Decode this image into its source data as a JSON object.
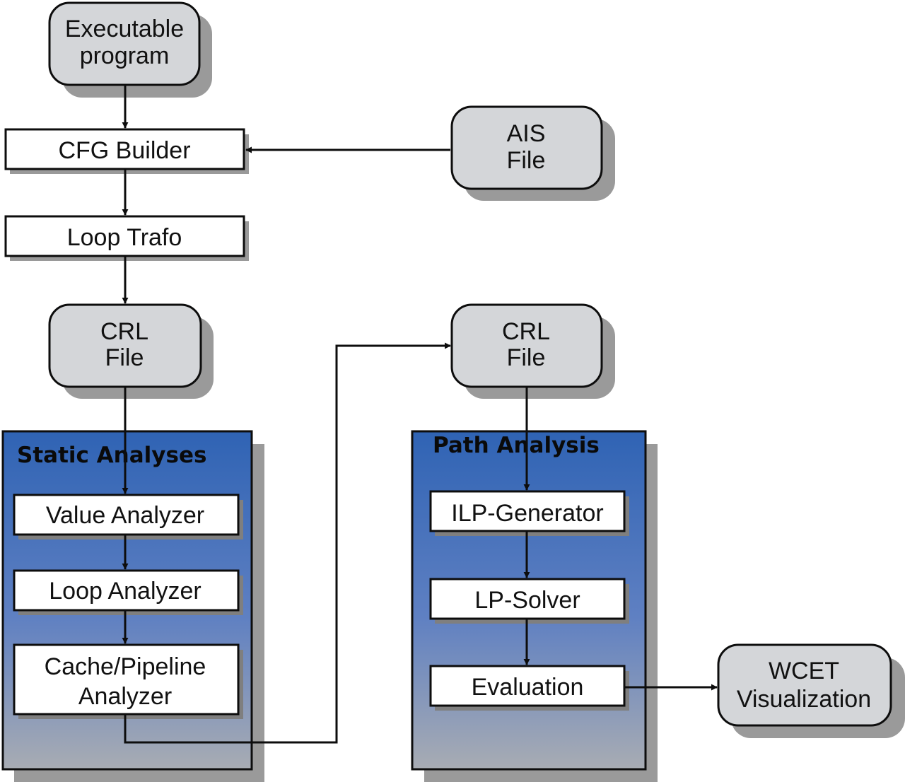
{
  "diagram": {
    "nodes": {
      "executable_program": {
        "lines": [
          "Executable",
          "program"
        ]
      },
      "cfg_builder": {
        "text": "CFG Builder"
      },
      "ais_file": {
        "lines": [
          "AIS",
          "File"
        ]
      },
      "loop_trafo": {
        "text": "Loop Trafo"
      },
      "crl_file_left": {
        "lines": [
          "CRL",
          "File"
        ]
      },
      "crl_file_right": {
        "lines": [
          "CRL",
          "File"
        ]
      },
      "value_analyzer": {
        "text": "Value Analyzer"
      },
      "loop_analyzer": {
        "text": "Loop Analyzer"
      },
      "cache_pipeline_analyzer": {
        "lines": [
          "Cache/Pipeline",
          "Analyzer"
        ]
      },
      "ilp_generator": {
        "text": "ILP-Generator"
      },
      "lp_solver": {
        "text": "LP-Solver"
      },
      "evaluation": {
        "text": "Evaluation"
      },
      "wcet_visualization": {
        "lines": [
          "WCET",
          "Visualization"
        ]
      }
    },
    "groups": {
      "static_analyses": {
        "title": "Static Analyses"
      },
      "path_analysis": {
        "title": "Path Analysis"
      }
    },
    "edges": [
      {
        "from": "executable_program",
        "to": "cfg_builder"
      },
      {
        "from": "ais_file",
        "to": "cfg_builder"
      },
      {
        "from": "cfg_builder",
        "to": "loop_trafo"
      },
      {
        "from": "loop_trafo",
        "to": "crl_file_left"
      },
      {
        "from": "crl_file_left",
        "to": "value_analyzer"
      },
      {
        "from": "value_analyzer",
        "to": "loop_analyzer"
      },
      {
        "from": "loop_analyzer",
        "to": "cache_pipeline_analyzer"
      },
      {
        "from": "cache_pipeline_analyzer",
        "to": "crl_file_right"
      },
      {
        "from": "crl_file_right",
        "to": "ilp_generator"
      },
      {
        "from": "ilp_generator",
        "to": "lp_solver"
      },
      {
        "from": "lp_solver",
        "to": "evaluation"
      },
      {
        "from": "evaluation",
        "to": "wcet_visualization"
      }
    ],
    "colors": {
      "file_fill": "#d4d6d9",
      "group_top": "#2f63b4",
      "group_mid": "#5f80c2",
      "group_bottom": "#a8acb3",
      "shadow": "#9a9a9a",
      "stroke": "#0d0d0d"
    }
  }
}
